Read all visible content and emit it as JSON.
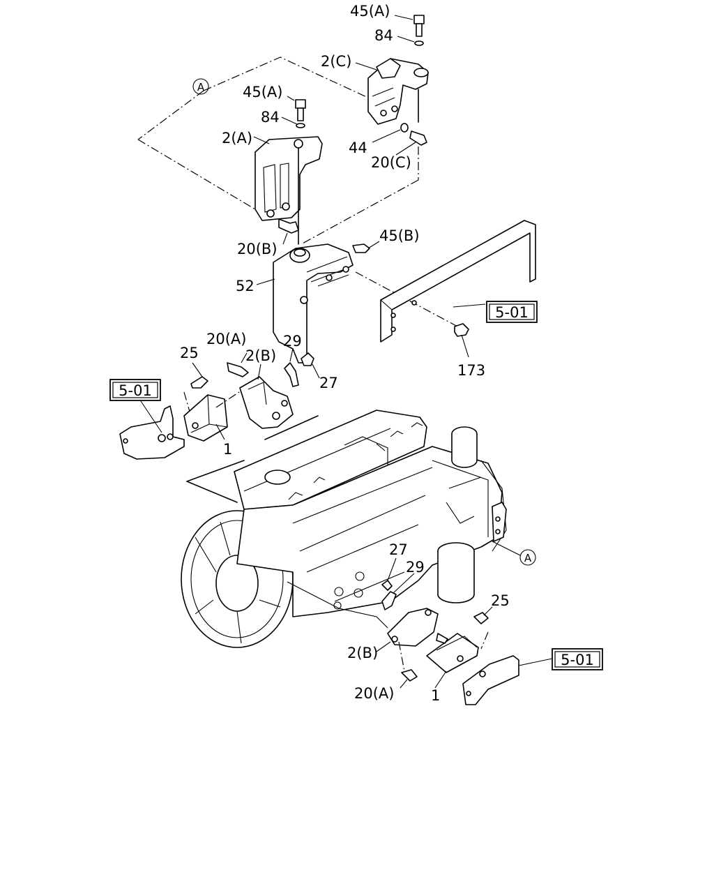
{
  "callouts": [
    {
      "id": "c1",
      "text": "45(A)"
    },
    {
      "id": "c2",
      "text": "84"
    },
    {
      "id": "c3",
      "text": "2(C)"
    },
    {
      "id": "c4",
      "text": "45(A)"
    },
    {
      "id": "c5",
      "text": "84"
    },
    {
      "id": "c6",
      "text": "2(A)"
    },
    {
      "id": "c7",
      "text": "44"
    },
    {
      "id": "c8",
      "text": "20(C)"
    },
    {
      "id": "c9",
      "text": "20(B)"
    },
    {
      "id": "c10",
      "text": "45(B)"
    },
    {
      "id": "c11",
      "text": "52"
    },
    {
      "id": "c12",
      "text": "173"
    },
    {
      "id": "c13",
      "text": "20(A)"
    },
    {
      "id": "c14",
      "text": "25"
    },
    {
      "id": "c15",
      "text": "2(B)"
    },
    {
      "id": "c16",
      "text": "29"
    },
    {
      "id": "c17",
      "text": "27"
    },
    {
      "id": "c18",
      "text": "1"
    },
    {
      "id": "c19",
      "text": "27"
    },
    {
      "id": "c20",
      "text": "29"
    },
    {
      "id": "c21",
      "text": "25"
    },
    {
      "id": "c22",
      "text": "2(B)"
    },
    {
      "id": "c23",
      "text": "20(A)"
    },
    {
      "id": "c24",
      "text": "1"
    }
  ],
  "references": [
    {
      "id": "r1",
      "text": "5-01"
    },
    {
      "id": "r2",
      "text": "5-01"
    },
    {
      "id": "r3",
      "text": "5-01"
    }
  ],
  "view_markers": [
    {
      "id": "m1",
      "text": "A"
    },
    {
      "id": "m2",
      "text": "A"
    }
  ]
}
